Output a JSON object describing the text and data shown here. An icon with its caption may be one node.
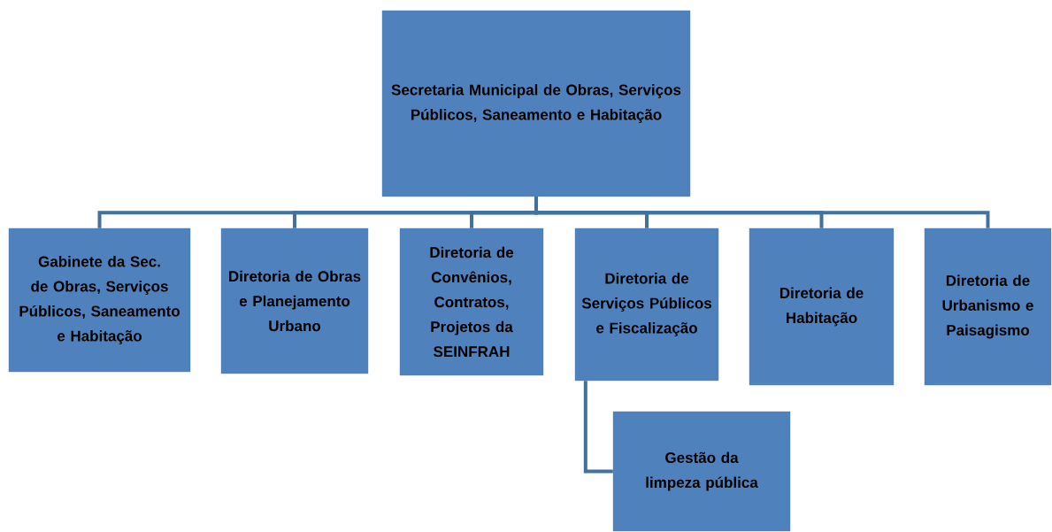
{
  "diagram": {
    "nodes": [
      {
        "text": [
          "Secretaria Municipal de Obras, Serviços Públicos, Saneamento e Habitação"
        ]
      },
      {
        "text": [
          "Gabinete da Sec. de Obras, Serviços Públicos, Saneamento e Habitação"
        ]
      },
      {
        "text": [
          "Diretoria de Obras e Planejamento Urbano"
        ]
      },
      {
        "text": [
          "Diretoria de Convênios, Contratos, Projetos da SEINFRAH"
        ]
      },
      {
        "text": [
          "Diretoria de Serviços Públicos e Fiscalização"
        ]
      },
      {
        "text": [
          "Diretoria de Habitação"
        ]
      },
      {
        "text": [
          "Diretoria de Urbanismo e Paisagismo"
        ]
      },
      {
        "text": [
          "Gestão da limpeza pública"
        ]
      }
    ],
    "edges": [
      {
        "from": 0,
        "to": 1,
        "arrow": "none"
      },
      {
        "from": 0,
        "to": 2,
        "arrow": "none"
      },
      {
        "from": 0,
        "to": 3,
        "arrow": "none"
      },
      {
        "from": 0,
        "to": 4,
        "arrow": "none"
      },
      {
        "from": 0,
        "to": 5,
        "arrow": "none"
      },
      {
        "from": 0,
        "to": 6,
        "arrow": "none"
      },
      {
        "from": 4,
        "to": 7,
        "arrow": "none"
      }
    ]
  }
}
